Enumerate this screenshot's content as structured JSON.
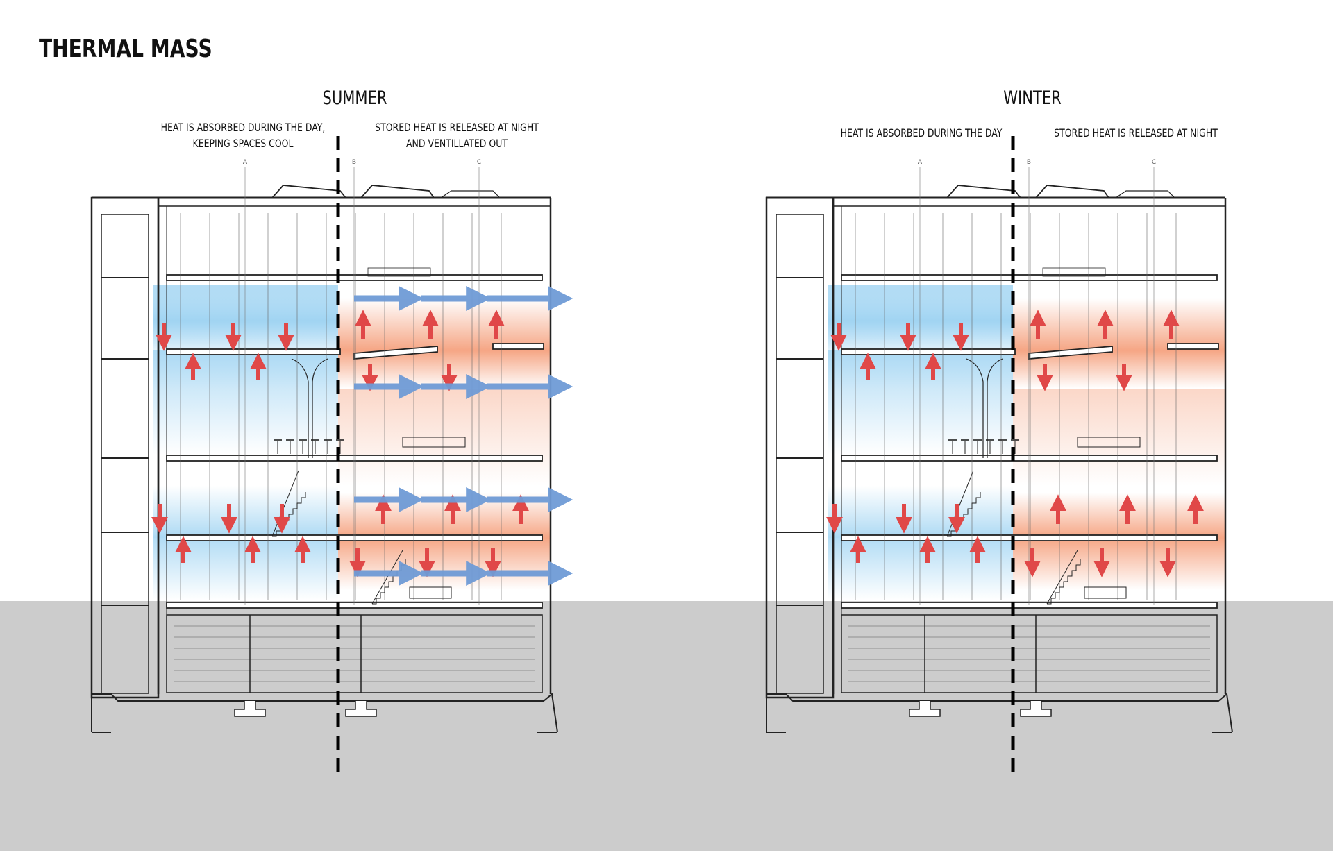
{
  "title": "THERMAL MASS",
  "panels": [
    {
      "season": "SUMMER",
      "left_note": [
        "HEAT IS ABSORBED DURING THE DAY,",
        "KEEPING SPACES COOL"
      ],
      "right_note": [
        "STORED HEAT IS RELEASED AT NIGHT",
        "AND VENTILLATED OUT"
      ],
      "grid_labels": [
        "A",
        "B",
        "C"
      ],
      "ventilation_out": true
    },
    {
      "season": "WINTER",
      "left_note": [
        "HEAT IS ABSORBED DURING THE DAY"
      ],
      "right_note": [
        "STORED HEAT IS RELEASED AT NIGHT"
      ],
      "grid_labels": [
        "A",
        "B",
        "C"
      ],
      "ventilation_out": false
    }
  ],
  "colors": {
    "cool": "#9ed3f2",
    "warm": "#f5a17e",
    "heat_arrow": "#e04848",
    "air_arrow": "#6f9bd6",
    "ground": "#cccccc",
    "line": "#222222"
  }
}
